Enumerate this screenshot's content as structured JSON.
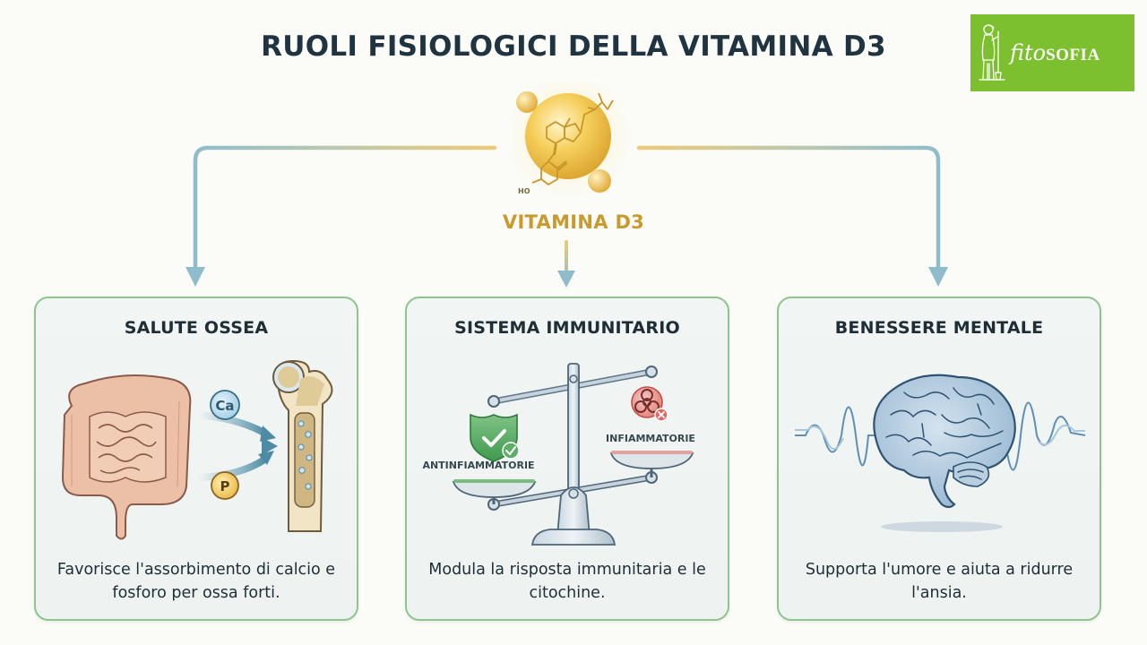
{
  "header": {
    "title": "RUOLI FISIOLOGICI DELLA VITAMINA D3"
  },
  "logo": {
    "text_script": "fito",
    "text_bold": "SOFIA",
    "background_color": "#7cbf2f"
  },
  "hub": {
    "label": "VITAMINA D3",
    "molecule_label": "HO",
    "color": "#c99a2e"
  },
  "colors": {
    "connector_blue": "#8fbccb",
    "connector_gold": "#e8c874",
    "card_border": "#8fc48f",
    "title_text": "#1f3440"
  },
  "cards": [
    {
      "title": "SALUTE OSSEA",
      "description": "Favorisce l'assorbimento di calcio e fosforo per ossa forti.",
      "illustration": {
        "left": "intestine-icon",
        "right": "bone-icon",
        "minerals": [
          "Ca",
          "P"
        ]
      }
    },
    {
      "title": "SISTEMA IMMUNITARIO",
      "description": "Modula la risposta immunitaria e le citochine.",
      "illustration": {
        "type": "balance-scale-icon",
        "left_label": "ANTINFIAMMATORIE",
        "right_label": "INFIAMMATORIE"
      }
    },
    {
      "title": "BENESSERE MENTALE",
      "description": "Supporta l'umore e aiuta a ridurre l'ansia.",
      "illustration": {
        "type": "brain-icon",
        "decoration": "brainwave-icon"
      }
    }
  ]
}
